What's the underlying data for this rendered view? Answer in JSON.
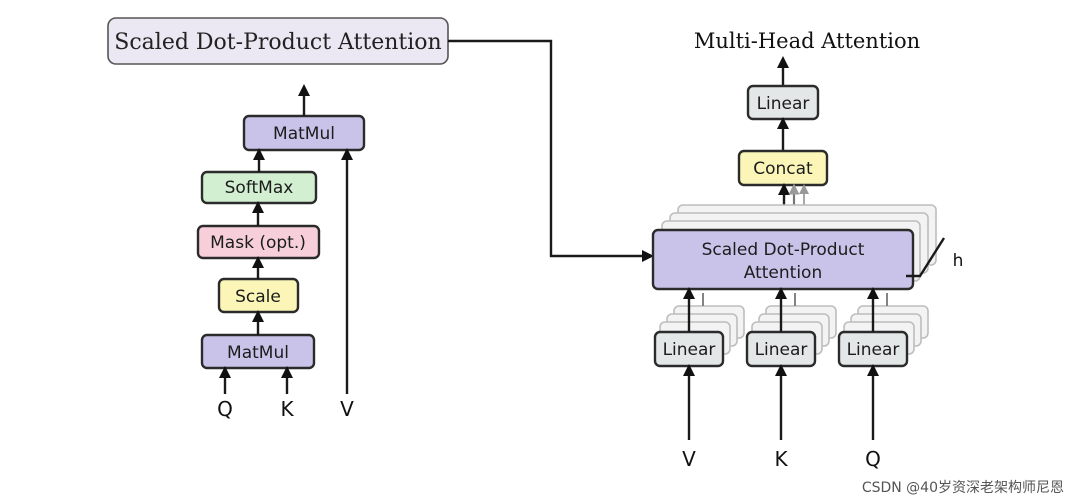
{
  "diagram": {
    "sdpa_title_box": "Scaled Dot-Product Attention",
    "mha_title": "Multi-Head Attention",
    "sdpa_blocks": {
      "matmul_top": "MatMul",
      "softmax": "SoftMax",
      "mask": "Mask (opt.)",
      "scale": "Scale",
      "matmul_bottom": "MatMul"
    },
    "sdpa_inputs": {
      "q": "Q",
      "k": "K",
      "v": "V"
    },
    "mha_blocks": {
      "linear_top": "Linear",
      "concat": "Concat",
      "attention_line1": "Scaled Dot-Product",
      "attention_line2": "Attention",
      "heads": "h",
      "linear_v": "Linear",
      "linear_k": "Linear",
      "linear_q": "Linear"
    },
    "mha_inputs": {
      "v": "V",
      "k": "K",
      "q": "Q"
    },
    "colors": {
      "title_box": "#ebe7f3",
      "matmul": "#c9c3ea",
      "softmax": "#d2efd2",
      "mask": "#f6cfdb",
      "scale": "#fbf6b8",
      "linear": "#e3e7e7",
      "concat": "#fbf6b8",
      "attention": "#c9c3ea"
    }
  },
  "watermark": "CSDN @40岁资深老架构师尼恩"
}
